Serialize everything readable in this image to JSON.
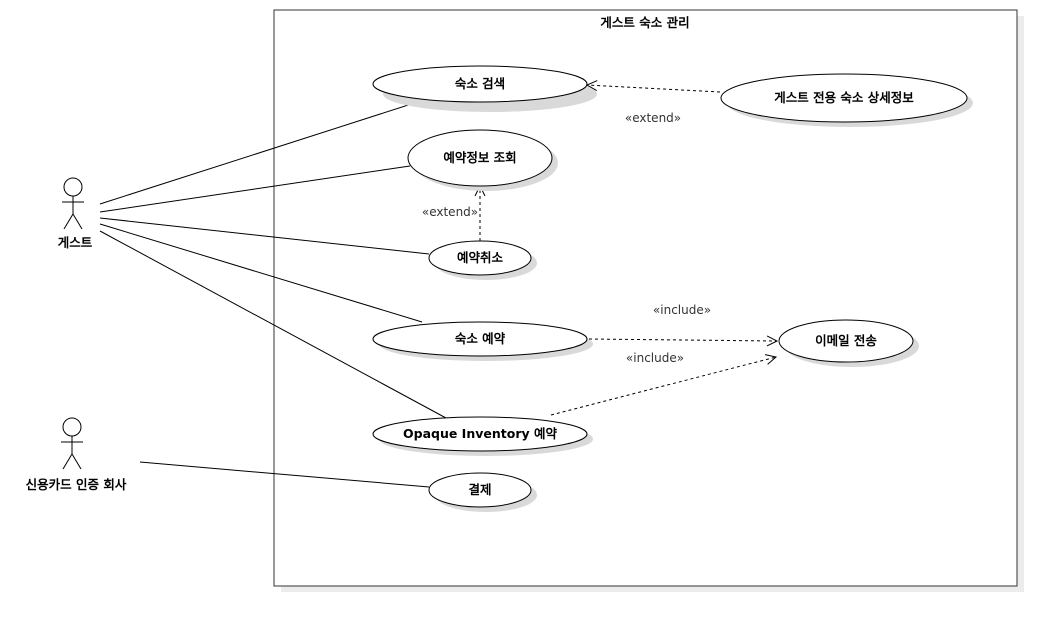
{
  "system": {
    "title": "게스트 숙소 관리"
  },
  "actors": {
    "guest": "게스트",
    "card_company": "신용카드 인증 회사"
  },
  "use_cases": {
    "search": "숙소 검색",
    "detail": "게스트 전용 숙소 상세정보",
    "view_reservation": "예약정보 조회",
    "cancel": "예약취소",
    "book": "숙소 예약",
    "email": "이메일 전송",
    "opaque": "Opaque Inventory 예약",
    "payment": "결제"
  },
  "relations": {
    "extend_detail": "«extend»",
    "extend_cancel": "«extend»",
    "include_book": "«include»",
    "include_opaque": "«include»"
  }
}
